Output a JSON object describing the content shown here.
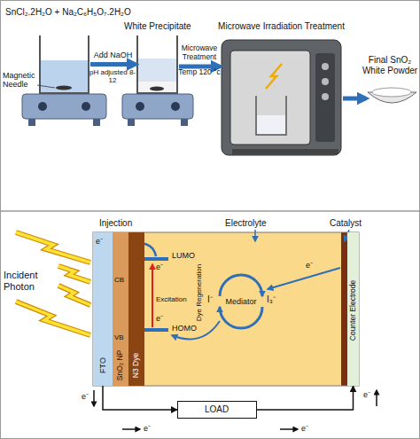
{
  "diagram": {
    "nodes": [
      {
        "text": [
          "SnCl₂.2H₂O + Na₂C₆H₅O₇.2H₂O",
          "Magnetic Needle"
        ]
      },
      {
        "text": [
          "White Precipitate"
        ]
      },
      {
        "text": [
          "Microwave Irradiation Treatment"
        ]
      },
      {
        "text": [
          "Final SnO₂ White Powder"
        ]
      },
      {
        "text": [
          "FTO"
        ]
      },
      {
        "text": [
          "SnO₂ NP"
        ]
      },
      {
        "text": [
          "N3 Dye"
        ]
      },
      {
        "text": [
          "Counter Electrode"
        ]
      },
      {
        "text": [
          "LOAD"
        ]
      }
    ],
    "edges": [
      {
        "from": 0,
        "to": 1,
        "arrow": "to",
        "label": "Add NaOH"
      },
      {
        "from": 1,
        "to": 2,
        "arrow": "to",
        "label": "Microwave Treatment"
      },
      {
        "from": 2,
        "to": 3,
        "arrow": "to"
      },
      {
        "from": 4,
        "to": 8,
        "arrow": "to"
      },
      {
        "from": 8,
        "to": 7,
        "arrow": "to"
      }
    ],
    "labels": [
      "pH adjusted 8-12",
      "Temp 120 °c",
      "Injection",
      "Electrolyte",
      "Catalyst",
      "Incident Photon",
      "LUMO",
      "HOMO",
      "CB",
      "VB",
      "Excitation",
      "Dye Regeneration",
      "Mediator",
      "I⁻",
      "I₃⁻",
      "e⁻",
      "e⁻",
      "e⁻",
      "e⁻",
      "e⁻",
      "e⁻",
      "e⁻",
      "e⁻"
    ]
  }
}
